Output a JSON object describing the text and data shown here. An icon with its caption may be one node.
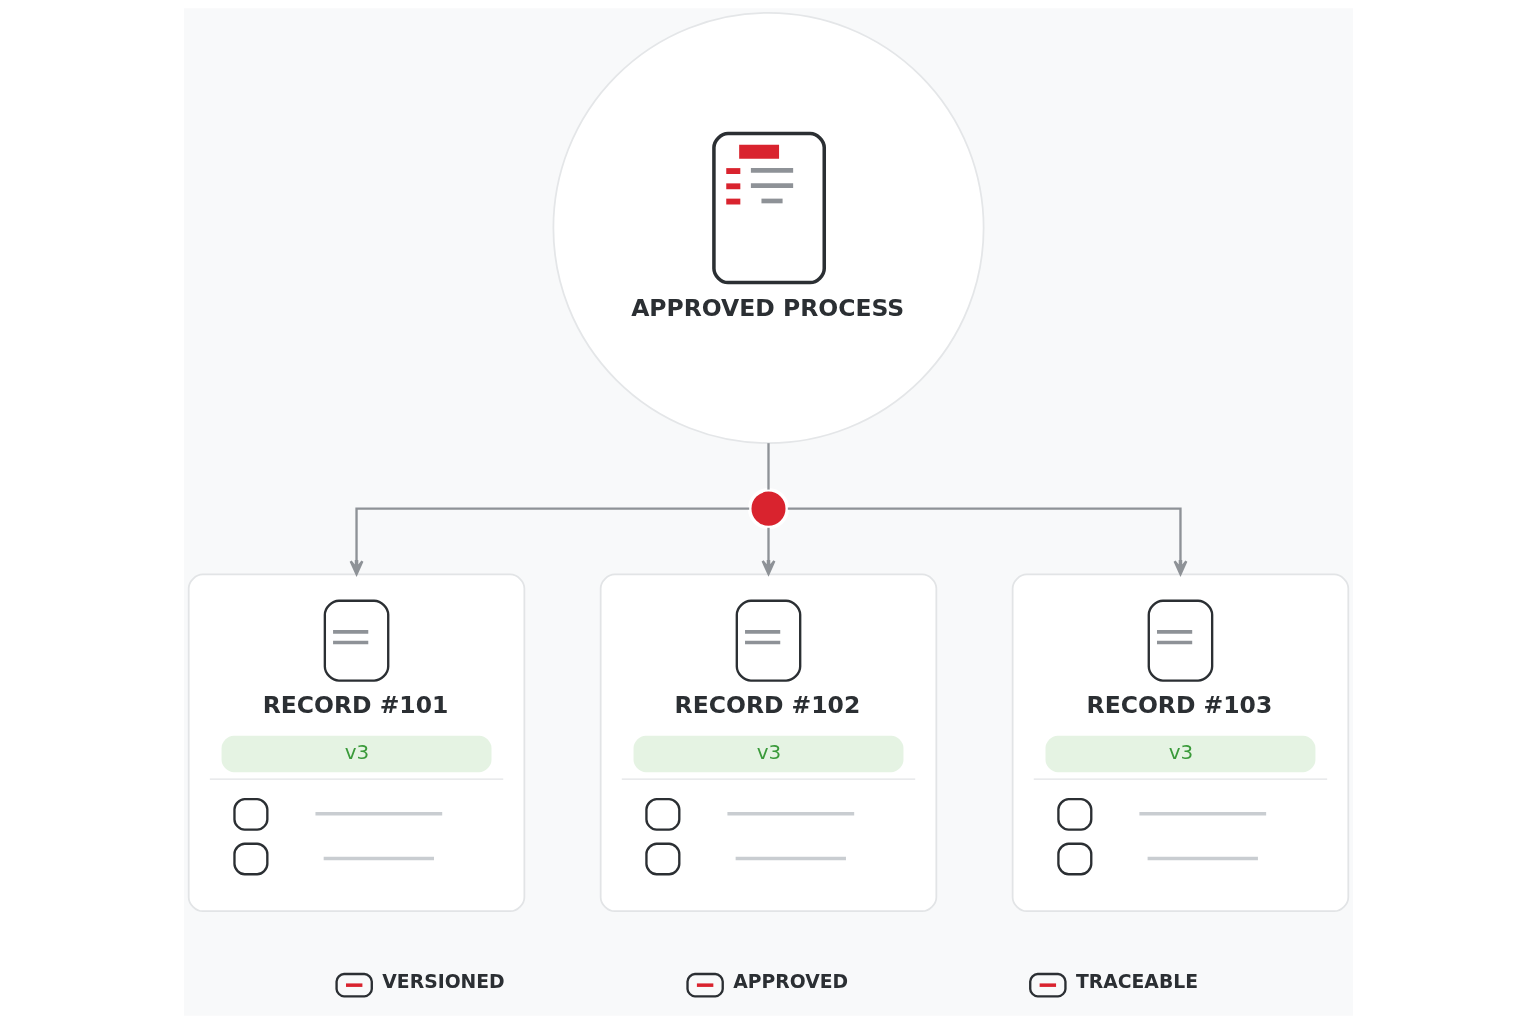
{
  "diagram": {
    "nodes": [
      {
        "text": [
          "APPROVED PROCESS"
        ]
      },
      {
        "text": [],
        "shape": "circle"
      },
      {
        "text": [
          "RECORD #101",
          "v3"
        ]
      },
      {
        "text": [
          "RECORD #102",
          "v3"
        ]
      },
      {
        "text": [
          "RECORD #103",
          "v3"
        ]
      }
    ],
    "edges": [
      {
        "from": 0,
        "to": 1,
        "arrow": "none"
      },
      {
        "from": 1,
        "to": 2,
        "arrow": "to"
      },
      {
        "from": 1,
        "to": 3,
        "arrow": "to"
      },
      {
        "from": 1,
        "to": 4,
        "arrow": "to"
      }
    ],
    "legend": [
      {
        "text": "VERSIONED"
      },
      {
        "text": "APPROVED"
      },
      {
        "text": "TRACEABLE"
      }
    ]
  }
}
